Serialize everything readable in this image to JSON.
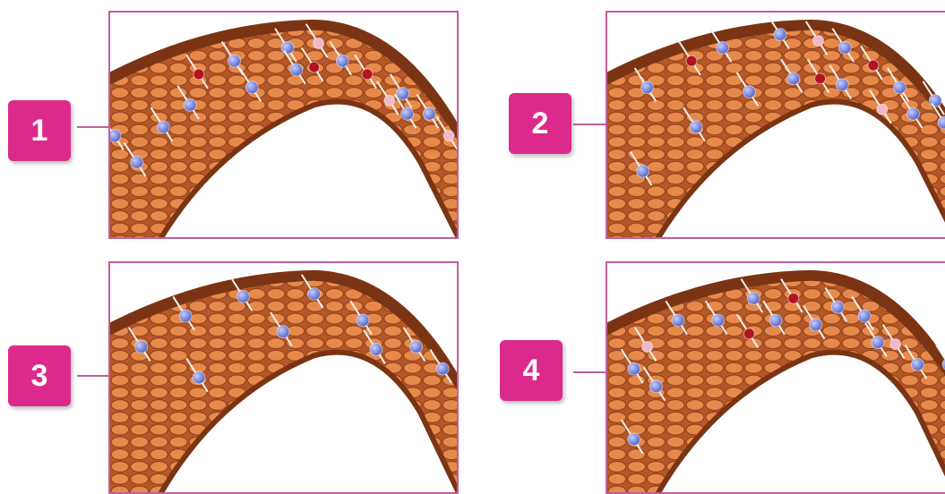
{
  "colors": {
    "badge": "#dc2a8c",
    "frame_border": "#c0609a",
    "fiber_outer": "#7a3414",
    "fiber_mid": "#b4582a",
    "fiber_light": "#e68a4c",
    "blue_molecule": "#5a6ac8",
    "red_molecule": "#b3141e",
    "pink_molecule": "#f0b8c8",
    "stick": "#f4f1ec"
  },
  "panels": [
    {
      "label": "1",
      "icon": "hair-fiber-cross-section-illustration"
    },
    {
      "label": "2",
      "icon": "hair-fiber-cross-section-illustration"
    },
    {
      "label": "3",
      "icon": "hair-fiber-cross-section-illustration"
    },
    {
      "label": "4",
      "icon": "hair-fiber-cross-section-illustration"
    }
  ]
}
